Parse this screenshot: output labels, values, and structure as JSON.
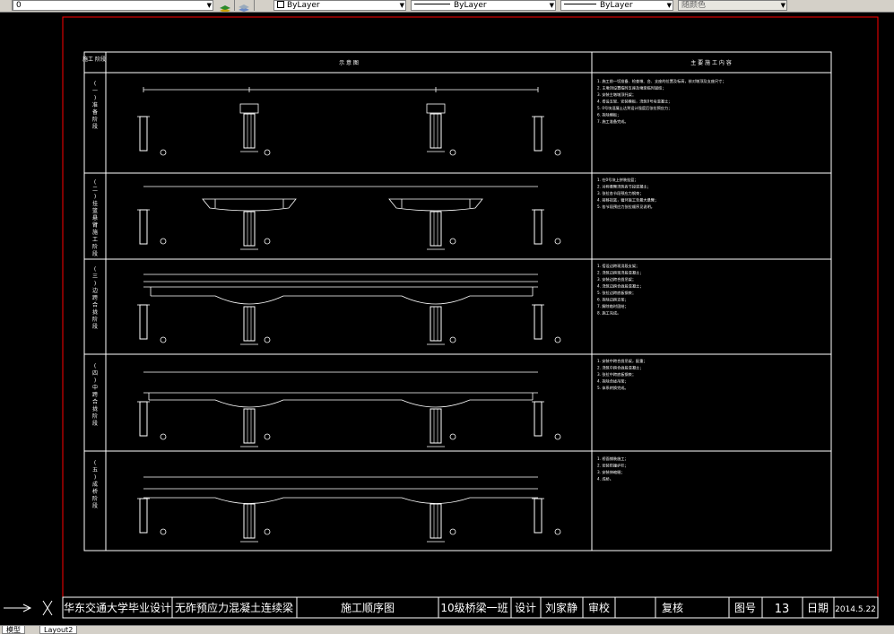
{
  "toolbar": {
    "layer_value": "0",
    "color_value": "ByLayer",
    "linetype_value": "ByLayer",
    "lineweight_value": "ByLayer",
    "plotstyle_value": "随颜色"
  },
  "table": {
    "col_stage": "施工 阶段",
    "col_diagram": "示 意 图",
    "col_notes": "主 要 施 工 内 容",
    "stages": [
      {
        "label": "(一) 准备阶段",
        "notes": [
          "1. 施工前一切准备、检查墩、台、支座的位置及标高，核对墩顶及支座尺寸；",
          "2. 主墩顶设置临时支座及墩梁临时固结；",
          "3. 安装主墩墩顶托架；",
          "4. 搭设支架、安装模板，浇筑0号块混凝土；",
          "5. 0号块混凝土达到设计强度后张拉预应力；",
          "6. 拆除模板；",
          "7. 施工准备完成。"
        ]
      },
      {
        "label": "(二) 挂篮悬臂施工阶段",
        "notes": [
          "1. 在0号块上拼装挂篮；",
          "2. 对称悬臂浇筑各节段混凝土；",
          "3. 张拉各节段预应力钢束；",
          "4. 前移挂篮，循环施工至最大悬臂；",
          "5. 各节段预应力张拉顺序见说明。"
        ]
      },
      {
        "label": "(三) 边跨合拢阶段",
        "notes": [
          "1. 搭设边跨现浇段支架；",
          "2. 浇筑边跨现浇段混凝土；",
          "3. 安装边跨合拢吊架；",
          "4. 浇筑边跨合拢段混凝土；",
          "5. 张拉边跨底板钢束；",
          "6. 拆除边跨支架；",
          "7. 解除临时固结；",
          "8. 施工完成。"
        ]
      },
      {
        "label": "(四) 中跨合拢阶段",
        "notes": [
          "1. 安装中跨合拢吊架，配重；",
          "2. 浇筑中跨合拢段混凝土；",
          "3. 张拉中跨底板钢束；",
          "4. 拆除合拢吊架；",
          "5. 体系转换完成。"
        ]
      },
      {
        "label": "(五) 成桥阶段",
        "notes": [
          "1. 桥面铺装施工；",
          "2. 安装防撞护栏；",
          "3. 安装伸缩缝；",
          "4. 成桥。"
        ]
      }
    ]
  },
  "titleblock": {
    "school": "华东交通大学毕业设计",
    "project": "无砟预应力混凝土连续梁",
    "drawing_name": "施工顺序图",
    "class": "10级桥梁一班",
    "design_label": "设计",
    "designer": "刘家静",
    "review_label": "审校",
    "check_label": "复核",
    "drawing_no_label": "图号",
    "drawing_no": "13",
    "date_label": "日期",
    "date": "2014.5.22"
  },
  "tabs": {
    "model": "模型",
    "layout": "Layout2"
  },
  "colors": {
    "background": "#000000",
    "red_border": "#ff0000",
    "line": "#ffffff"
  }
}
